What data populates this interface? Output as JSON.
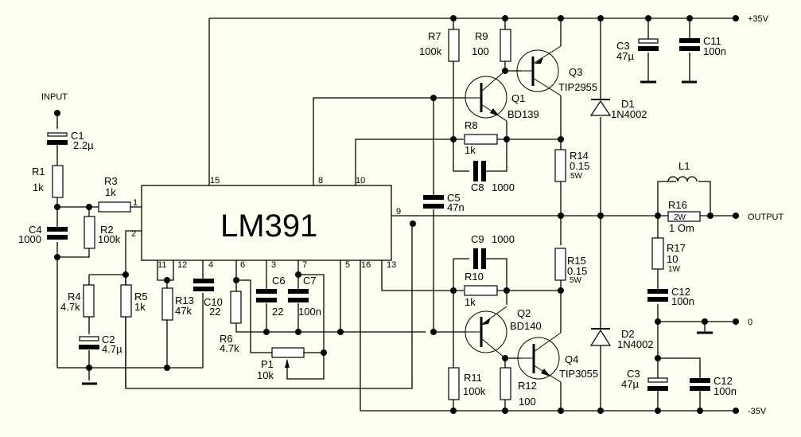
{
  "ic": {
    "name": "LM391",
    "pins": {
      "p1": "1",
      "p2": "2",
      "p15": "15",
      "p8": "8",
      "p10": "10",
      "p9": "9",
      "p11": "11",
      "p12": "12",
      "p4": "4",
      "p6": "6",
      "p3": "3",
      "p7": "7",
      "p5": "5",
      "p16": "16",
      "p13": "13"
    }
  },
  "terminals": {
    "input": "INPUT",
    "output": "OUTPUT",
    "vpos": "+35V",
    "vneg": "-35V",
    "gnd": "0"
  },
  "components": {
    "C1": {
      "ref": "C1",
      "value": "2.2µ"
    },
    "R1": {
      "ref": "R1",
      "value": "1k"
    },
    "R3": {
      "ref": "R3",
      "value": "1k"
    },
    "C4": {
      "ref": "C4",
      "value": "1000"
    },
    "R2": {
      "ref": "R2",
      "value": "100k"
    },
    "R4": {
      "ref": "R4",
      "value": "4.7k"
    },
    "C2": {
      "ref": "C2",
      "value": "4.7µ"
    },
    "R5": {
      "ref": "R5",
      "value": "1k"
    },
    "R13": {
      "ref": "R13",
      "value": "47k"
    },
    "C10": {
      "ref": "C10",
      "value": "22"
    },
    "R6": {
      "ref": "R6",
      "value": "4.7k"
    },
    "C6": {
      "ref": "C6",
      "value": "22"
    },
    "C7": {
      "ref": "C7",
      "value": "100n"
    },
    "P1": {
      "ref": "P1",
      "value": "10k"
    },
    "C5": {
      "ref": "C5",
      "value": "47n"
    },
    "R7": {
      "ref": "R7",
      "value": "100k"
    },
    "R9": {
      "ref": "R9",
      "value": "100"
    },
    "Q1": {
      "ref": "Q1",
      "value": "BD139"
    },
    "Q3": {
      "ref": "Q3",
      "value": "TIP2955"
    },
    "R8": {
      "ref": "R8",
      "value": "1k"
    },
    "C8": {
      "ref": "C8",
      "value": "1000"
    },
    "R14": {
      "ref": "R14",
      "value": "0.15",
      "power": "5W"
    },
    "C9": {
      "ref": "C9",
      "value": "1000"
    },
    "R10": {
      "ref": "R10",
      "value": "1k"
    },
    "R15": {
      "ref": "R15",
      "value": "0.15",
      "power": "5W"
    },
    "Q2": {
      "ref": "Q2",
      "value": "BD140"
    },
    "Q4": {
      "ref": "Q4",
      "value": "TIP3055"
    },
    "R11": {
      "ref": "R11",
      "value": "100k"
    },
    "R12": {
      "ref": "R12",
      "value": "100"
    },
    "D1": {
      "ref": "D1",
      "value": "1N4002"
    },
    "D2": {
      "ref": "D2",
      "value": "1N4002"
    },
    "C3a": {
      "ref": "C3",
      "value": "47µ"
    },
    "C11": {
      "ref": "C11",
      "value": "100n"
    },
    "L1": {
      "ref": "L1"
    },
    "R16": {
      "ref": "R16",
      "value": "1 Om",
      "power": "2W"
    },
    "R17": {
      "ref": "R17",
      "value": "10",
      "power": "1W"
    },
    "C12a": {
      "ref": "C12",
      "value": "100n"
    },
    "C3b": {
      "ref": "C3",
      "value": "47µ"
    },
    "C12b": {
      "ref": "C12",
      "value": "100n"
    }
  }
}
